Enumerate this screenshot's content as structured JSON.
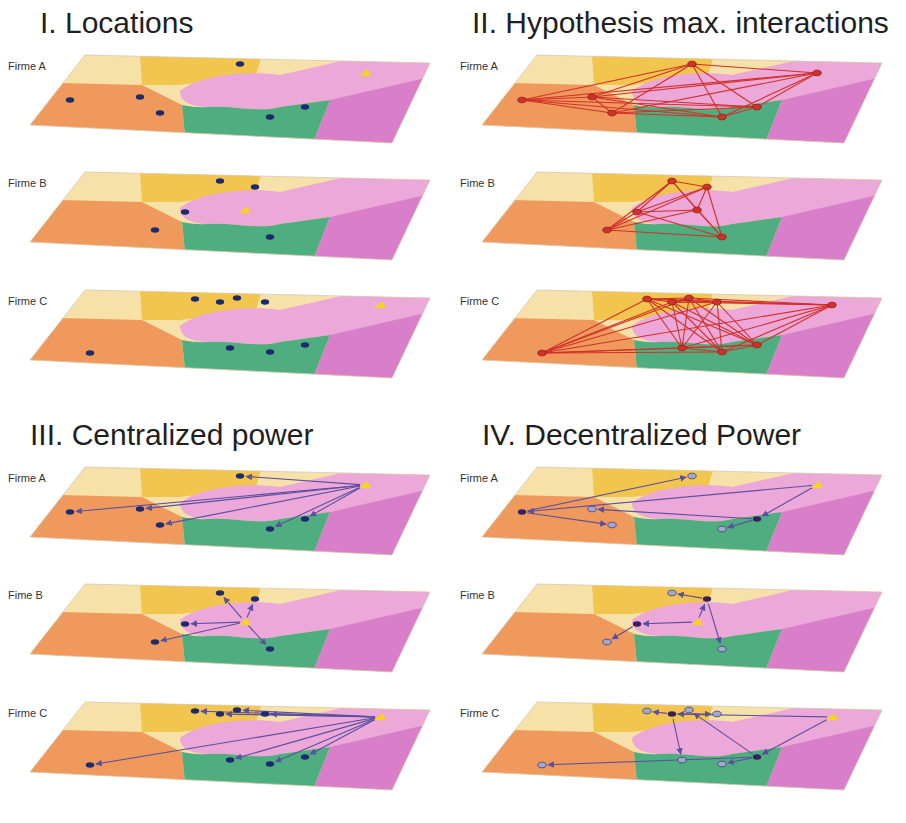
{
  "diagram": {
    "labels": [
      "I. Locations",
      "II. Hypothesis max. interactions",
      "III. Centralized power",
      "IV. Decentralized Power",
      "Firme A",
      "Firme B",
      "Firme C",
      "Firme A",
      "Fime B",
      "Firme C",
      "Firme A",
      "Fime B",
      "Firme C",
      "Firme A",
      "Fime B",
      "Firme C"
    ]
  }
}
